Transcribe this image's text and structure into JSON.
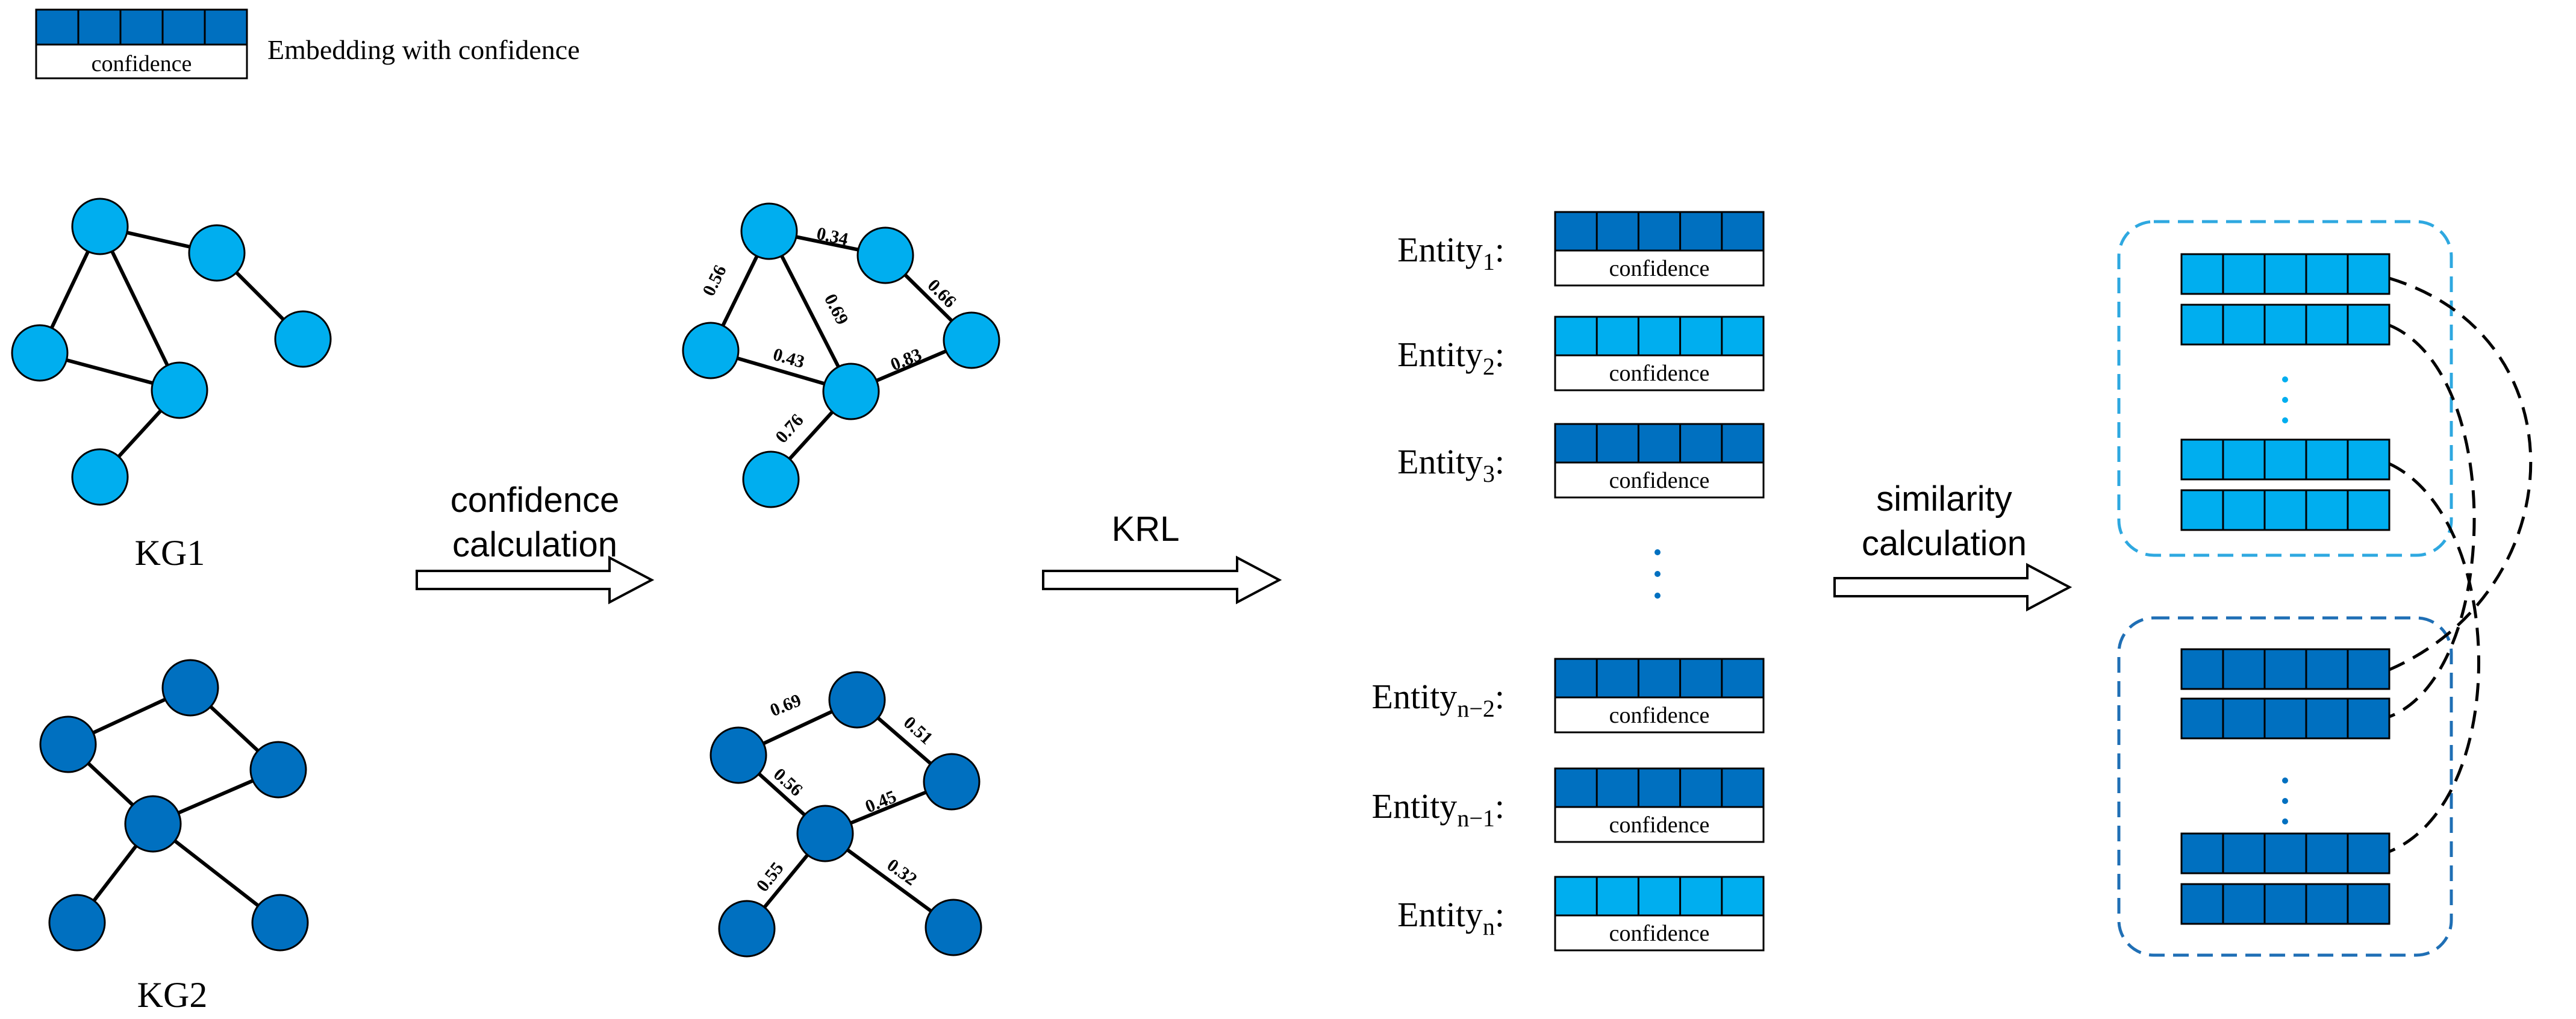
{
  "colors": {
    "light": "#00aeef",
    "dark": "#0070c0",
    "line": "#000000",
    "dash_light": "#2ea8e0",
    "dash_dark": "#1f6fb5"
  },
  "legend": {
    "confidence_label": "confidence",
    "text": "Embedding with confidence"
  },
  "kg1": {
    "label": "KG1",
    "node_color": "light"
  },
  "kg2": {
    "label": "KG2",
    "node_color": "dark"
  },
  "kg1_weighted": {
    "weights": [
      "0.34",
      "0.56",
      "0.69",
      "0.66",
      "0.43",
      "0.83",
      "0.76"
    ]
  },
  "kg2_weighted": {
    "weights": [
      "0.69",
      "0.51",
      "0.56",
      "0.45",
      "0.55",
      "0.32"
    ]
  },
  "arrows": {
    "confidence_line1": "confidence",
    "confidence_line2": "calculation",
    "krl": "KRL",
    "similarity_line1": "similarity",
    "similarity_line2": "calculation"
  },
  "entities": [
    {
      "base": "Entity",
      "sub": "1",
      "color": "dark",
      "conf": "confidence"
    },
    {
      "base": "Entity",
      "sub": "2",
      "color": "light",
      "conf": "confidence"
    },
    {
      "base": "Entity",
      "sub": "3",
      "color": "dark",
      "conf": "confidence"
    },
    {
      "base": "Entity",
      "sub": "n−2",
      "color": "dark",
      "conf": "confidence"
    },
    {
      "base": "Entity",
      "sub": "n−1",
      "color": "dark",
      "conf": "confidence"
    },
    {
      "base": "Entity",
      "sub": "n",
      "color": "light",
      "conf": "confidence"
    }
  ],
  "ellipsis": "·"
}
